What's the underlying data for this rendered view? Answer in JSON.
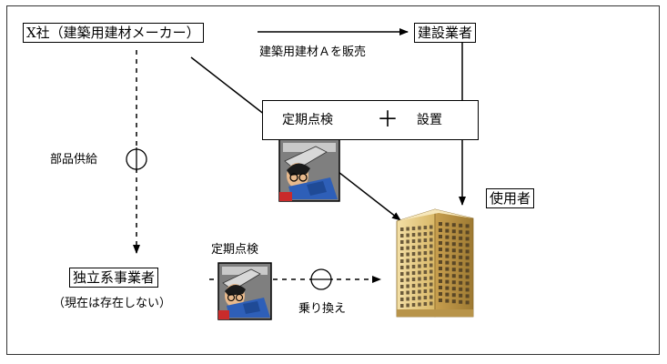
{
  "nodes": {
    "manufacturer": "X社（建築用建材メーカー）",
    "contractor": "建設業者",
    "user": "使用者",
    "independent": "独立系事業者"
  },
  "labels": {
    "sale": "建築用建材Ａを販売",
    "maintenance": "定期点検",
    "installation": "設置",
    "plus": "＋",
    "parts_supply": "部品供給",
    "inspection": "定期点検",
    "not_exist": "（現在は存在しない）",
    "switch": "乗り換え"
  }
}
